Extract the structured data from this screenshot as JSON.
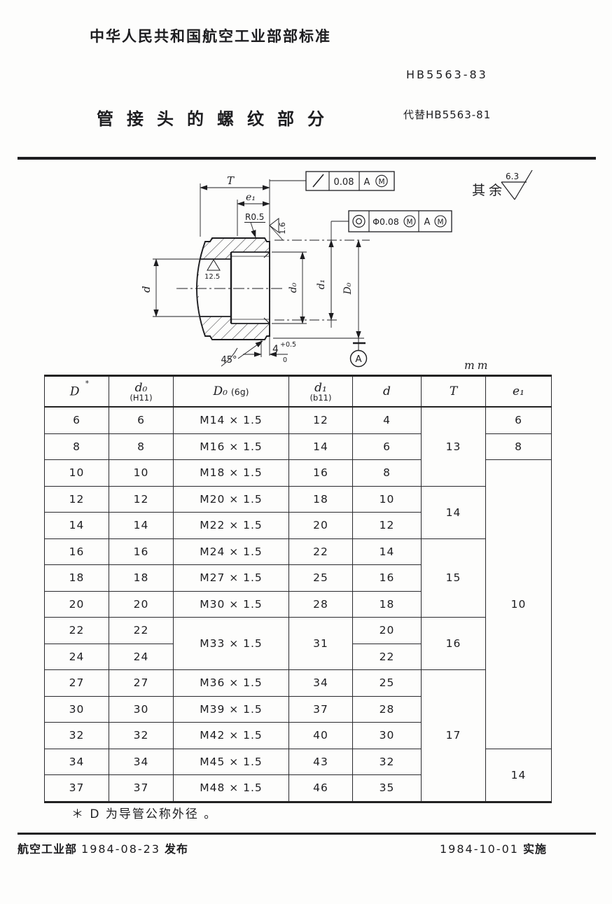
{
  "header": {
    "org": "中华人民共和国航空工业部部标准",
    "standard_no": "HB5563-83",
    "title": "管接头的螺纹部分",
    "replaces": "代替HB5563-81"
  },
  "drawing": {
    "surface_note": {
      "prefix": "其余",
      "value": "6.3"
    },
    "unit": "mm",
    "frames": {
      "parallel": {
        "value": "0.08",
        "datum": "A",
        "mod": "M"
      },
      "concentric": {
        "value": "Φ0.08",
        "mod1": "M",
        "datum": "A",
        "mod2": "M"
      }
    },
    "labels": {
      "T": "T",
      "e1": "e₁",
      "d": "d",
      "d0": "d₀",
      "d1": "d₁",
      "D0": "D₀",
      "radius": "R0.5",
      "rough_bore": "12.5",
      "rough_face": "1.6",
      "chamfer_len": "4",
      "chamfer_tol_hi": "+0.5",
      "chamfer_tol_lo": "0",
      "angle": "45°",
      "datum": "A"
    }
  },
  "table": {
    "headers": {
      "c1": {
        "label": "D",
        "mark": "*"
      },
      "c2": {
        "label": "d₀",
        "tol": "(H11)"
      },
      "c3": {
        "label": "D₀",
        "tol": "(6g)"
      },
      "c4": {
        "label": "d₁",
        "tol": "(b11)"
      },
      "c5": {
        "label": "d"
      },
      "c6": {
        "label": "T"
      },
      "c7": {
        "label": "e₁"
      }
    },
    "rows": [
      {
        "D": "6",
        "d0": "6",
        "D0": "M14 × 1.5",
        "d1": "12",
        "d": "4",
        "T": "13",
        "e1": "6"
      },
      {
        "D": "8",
        "d0": "8",
        "D0": "M16 × 1.5",
        "d1": "14",
        "d": "6",
        "e1": "8"
      },
      {
        "D": "10",
        "d0": "10",
        "D0": "M18 × 1.5",
        "d1": "16",
        "d": "8",
        "e1": "10"
      },
      {
        "D": "12",
        "d0": "12",
        "D0": "M20 × 1.5",
        "d1": "18",
        "d": "10",
        "T": "14"
      },
      {
        "D": "14",
        "d0": "14",
        "D0": "M22 × 1.5",
        "d1": "20",
        "d": "12"
      },
      {
        "D": "16",
        "d0": "16",
        "D0": "M24 × 1.5",
        "d1": "22",
        "d": "14",
        "T": "15"
      },
      {
        "D": "18",
        "d0": "18",
        "D0": "M27 × 1.5",
        "d1": "25",
        "d": "16"
      },
      {
        "D": "20",
        "d0": "20",
        "D0": "M30 × 1.5",
        "d1": "28",
        "d": "18"
      },
      {
        "D": "22",
        "d0": "22",
        "D0": "M33 × 1.5",
        "d1": "31",
        "d": "20",
        "T": "16"
      },
      {
        "D": "24",
        "d0": "24",
        "d": "22"
      },
      {
        "D": "27",
        "d0": "27",
        "D0": "M36 × 1.5",
        "d1": "34",
        "d": "25",
        "T": "17"
      },
      {
        "D": "30",
        "d0": "30",
        "D0": "M39 × 1.5",
        "d1": "37",
        "d": "28"
      },
      {
        "D": "32",
        "d0": "32",
        "D0": "M42 × 1.5",
        "d1": "40",
        "d": "30"
      },
      {
        "D": "34",
        "d0": "34",
        "D0": "M45 × 1.5",
        "d1": "43",
        "d": "32",
        "e1": "14"
      },
      {
        "D": "37",
        "d0": "37",
        "D0": "M48 × 1.5",
        "d1": "46",
        "d": "35"
      }
    ]
  },
  "footnote": {
    "marker": "＊",
    "text": "D 为导管公称外径 。"
  },
  "footer": {
    "issuer": "航空工业部",
    "issue_date": "1984-08-23",
    "issue_label": "发布",
    "impl_date": "1984-10-01",
    "impl_label": "实施"
  }
}
